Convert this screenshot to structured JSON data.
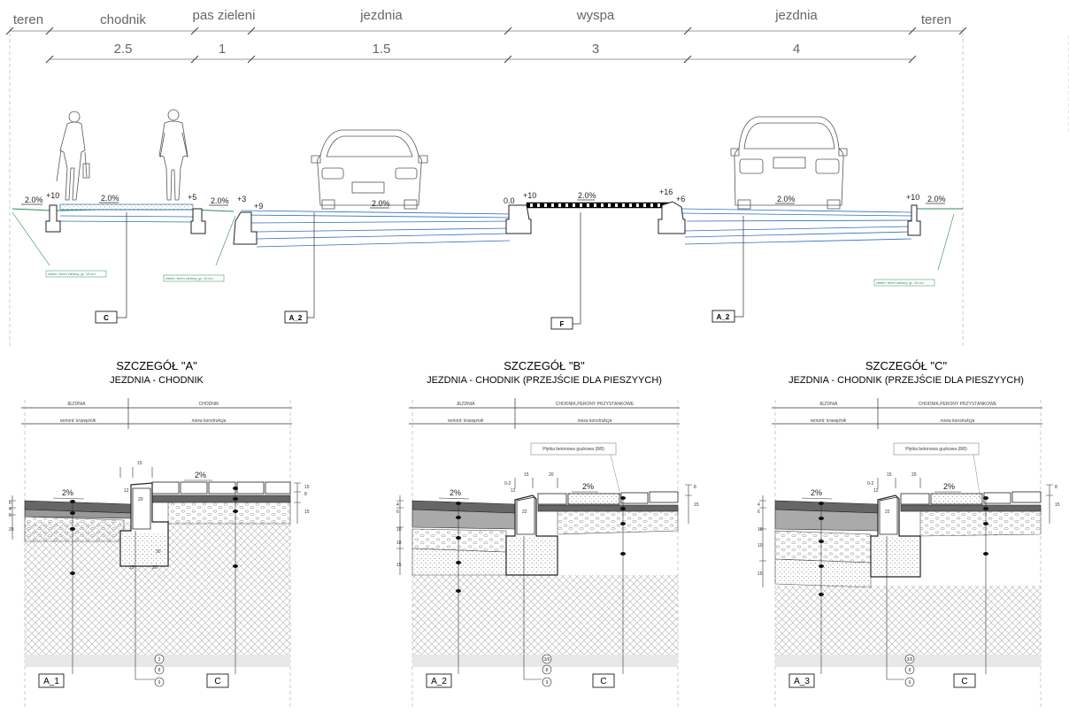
{
  "top": {
    "zones": [
      {
        "label": "teren",
        "width": ""
      },
      {
        "label": "chodnik",
        "width": "2.5"
      },
      {
        "label": "pas zieleni",
        "width": "1"
      },
      {
        "label": "jezdnia",
        "width": "1.5"
      },
      {
        "label": "wyspa",
        "width": "3"
      },
      {
        "label": "jezdnia",
        "width": "4"
      },
      {
        "label": "teren",
        "width": ""
      }
    ],
    "slopes": [
      "2.0%",
      "2.0%",
      "2.0%",
      "2.0%",
      "2.0%",
      "2.0%",
      "2.0%"
    ],
    "elevations": [
      "+10",
      "+5",
      "+3",
      "+9",
      "0.0",
      "+10",
      "+16",
      "+6",
      "+10"
    ],
    "green_notes": [
      "zieleń: teren zielony, gr. 15 cm",
      "zieleń: teren zielony, gr. 15 cm",
      "zieleń: teren zielony, gr. 15 cm"
    ],
    "tags": [
      "C",
      "A_2",
      "F",
      "A_2"
    ]
  },
  "details": [
    {
      "title": "SZCZEGÓŁ \"A\"",
      "subtitle": "JEZDNIA - CHODNIK",
      "left_zone": "JEZDNIA",
      "right_zone": "CHODNIK",
      "left_note": "remont: krawężnik",
      "right_note": "nowa konstrukcja",
      "callout": "",
      "slopes": [
        "2%",
        "2%"
      ],
      "dims": [
        "15",
        "12",
        "6",
        "4",
        "6",
        "20",
        "20",
        "15",
        "20",
        "30",
        "15",
        "8",
        "15"
      ],
      "circles": [
        "3",
        "8",
        "9"
      ],
      "left_tag": "A_1",
      "right_tag": "C"
    },
    {
      "title": "SZCZEGÓŁ \"B\"",
      "subtitle": "JEZDNIA - CHODNIK (PRZEJŚCIE DLA PIESZYYCH)",
      "left_zone": "JEZDNIA",
      "right_zone": "CHODNIK,PERONY PRZYSTANKOWE",
      "left_note": "remont: krawężnik",
      "right_note": "nowa konstrukcja",
      "callout": "Płytka betonowa guzkowa (8/8)",
      "slopes": [
        "2%",
        "2%"
      ],
      "dims": [
        "15",
        "20",
        "22",
        "4",
        "6",
        "10",
        "18",
        "15",
        "8",
        "15",
        "12",
        "0-2"
      ],
      "circles": [
        "3/6",
        "8",
        "9"
      ],
      "left_tag": "A_2",
      "right_tag": "C"
    },
    {
      "title": "SZCZEGÓŁ \"C\"",
      "subtitle": "JEZDNIA - CHODNIK (PRZEJŚCIE DLA PIESZYYCH)",
      "left_zone": "JEZDNIA",
      "right_zone": "CHODNIK,PERONY PRZYSTANKOWE",
      "left_note": "remont: krawężnik",
      "right_note": "nowa konstrukcja",
      "callout": "Płytka betonowa guzkowa (8/8)",
      "slopes": [
        "2%",
        "2%"
      ],
      "dims": [
        "15",
        "20",
        "22",
        "4",
        "6",
        "18",
        "10",
        "15",
        "8",
        "15",
        "12",
        "0-2"
      ],
      "circles": [
        "3/6",
        "8",
        "6"
      ],
      "left_tag": "A_3",
      "right_tag": "C"
    }
  ],
  "colors": {
    "line": "#333333",
    "dim": "#777777",
    "blue": "#2f6fbf",
    "green": "#2e8b57",
    "hatch": "#9a9a9a",
    "dark_layer": "#555555"
  },
  "icons": [
    "pedestrian-figure",
    "car-front",
    "dimension-tick"
  ]
}
